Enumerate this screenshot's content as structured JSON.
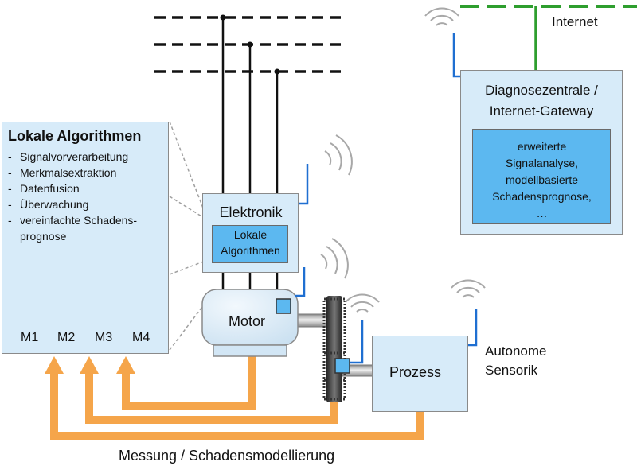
{
  "panel": {
    "title": "Lokale Algorithmen",
    "items": [
      "Signalvorverarbeitung",
      "Merkmalsextraktion",
      "Datenfusion",
      "Überwachung",
      "vereinfachte Schadens-"
    ],
    "item_continuation": "prognose",
    "motors": [
      "M1",
      "M2",
      "M3",
      "M4"
    ]
  },
  "network": {
    "label": "Internet"
  },
  "diagnose": {
    "title_line1": "Diagnosezentrale /",
    "title_line2": "Internet-Gateway",
    "inner_lines": [
      "erweiterte",
      "Signalanalyse,",
      "modellbasierte",
      "Schadensprognose,",
      "…"
    ]
  },
  "elektronik": {
    "title": "Elektronik",
    "inner_line1": "Lokale",
    "inner_line2": "Algorithmen"
  },
  "motor": {
    "label": "Motor"
  },
  "prozess": {
    "label": "Prozess"
  },
  "sensorik": {
    "line1": "Autonome",
    "line2": "Sensorik"
  },
  "bottom": {
    "label": "Messung / Schadensmodellierung"
  },
  "colors": {
    "light_box": "#d7ebf9",
    "dark_box": "#5cb8f0",
    "arrow": "#f5a54a",
    "internet_line": "#2e9e2e",
    "antenna": "#1f6fd1",
    "bar_red": "#e8202a",
    "bar_yellow": "#f2e61c",
    "bar_green": "#2fd62f"
  }
}
